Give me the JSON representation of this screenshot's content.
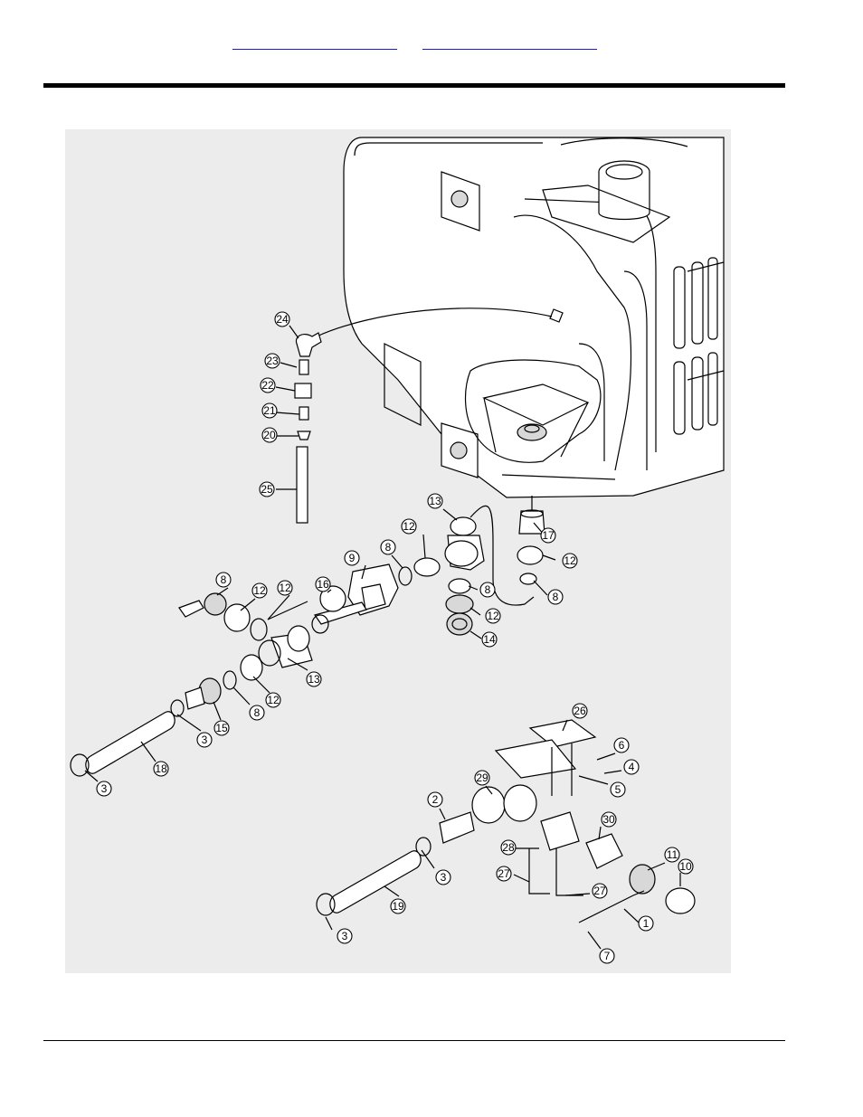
{
  "header": {
    "links": [
      "",
      ""
    ]
  },
  "diagram": {
    "callouts": [
      "24",
      "23",
      "22",
      "21",
      "20",
      "25",
      "13",
      "17",
      "12",
      "8",
      "9",
      "8",
      "12",
      "16",
      "12",
      "8",
      "12",
      "8",
      "12",
      "14",
      "13",
      "12",
      "8",
      "15",
      "3",
      "18",
      "3",
      "26",
      "6",
      "4",
      "5",
      "29",
      "2",
      "30",
      "28",
      "11",
      "10",
      "27",
      "27",
      "3",
      "19",
      "1",
      "3",
      "7"
    ]
  }
}
